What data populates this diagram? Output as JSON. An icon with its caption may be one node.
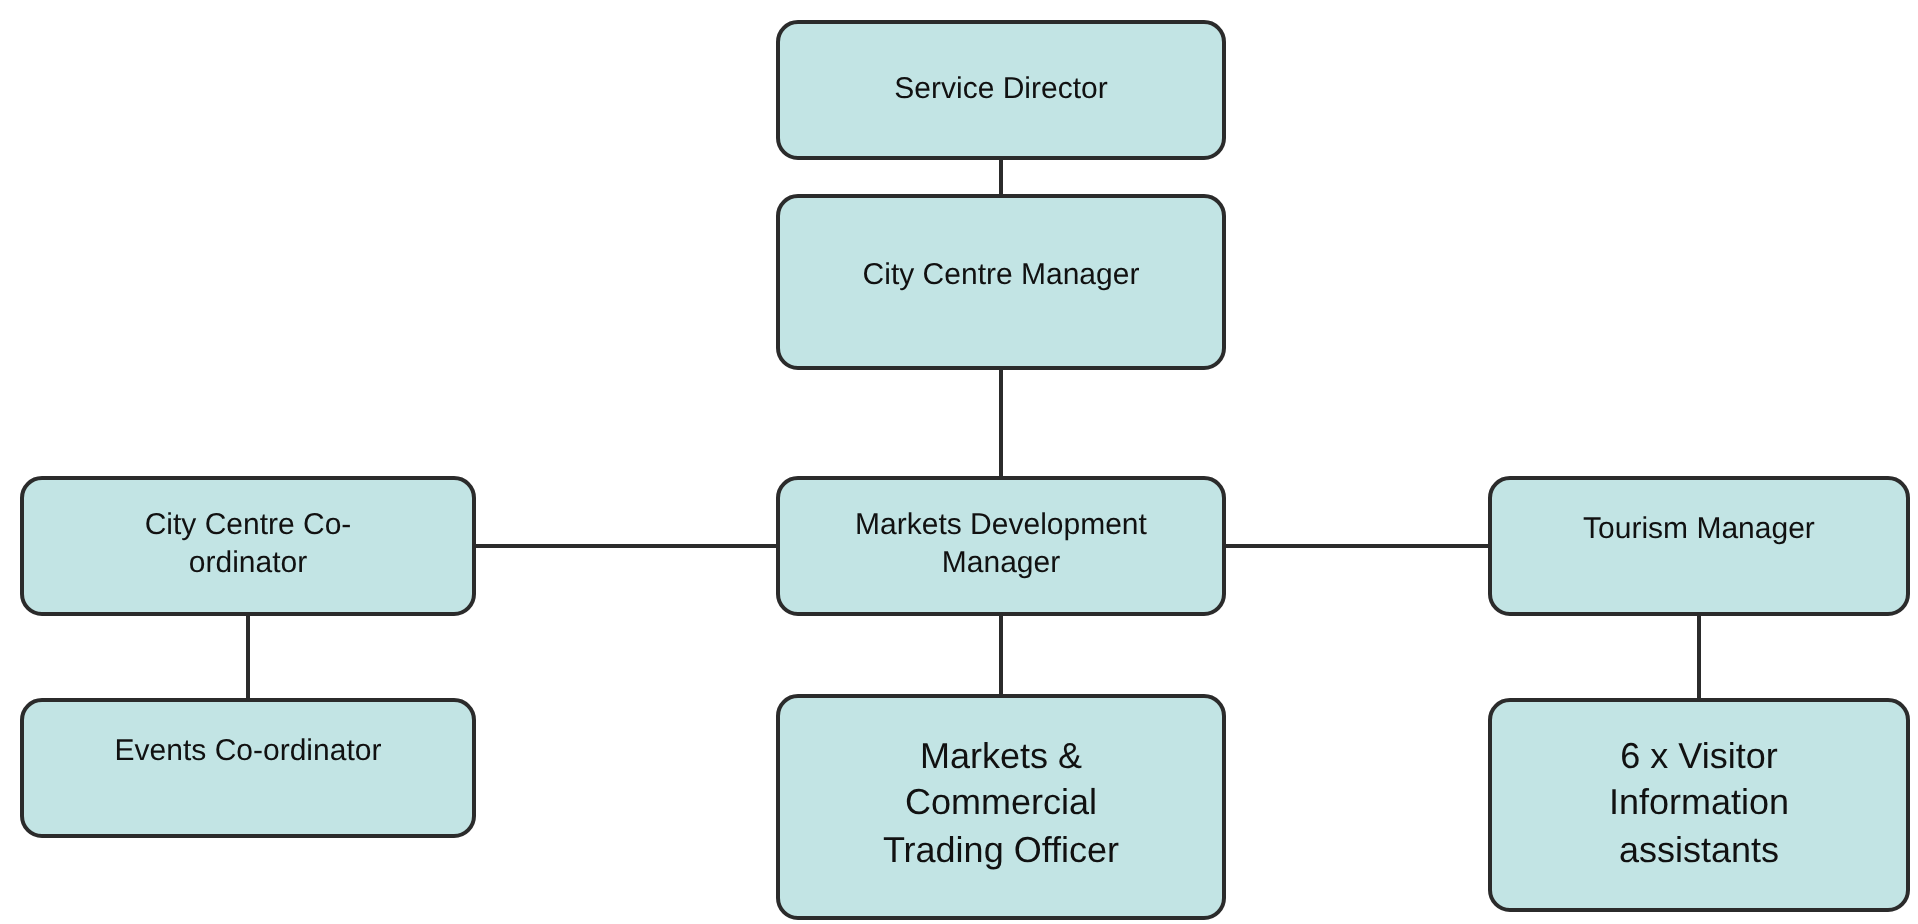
{
  "diagram": {
    "nodes": [
      {
        "text": [
          "Service Director"
        ]
      },
      {
        "text": [
          "City Centre Manager"
        ]
      },
      {
        "text": [
          "City Centre Co-ordinator"
        ]
      },
      {
        "text": [
          "Markets Development Manager"
        ]
      },
      {
        "text": [
          "Tourism Manager"
        ]
      },
      {
        "text": [
          "Events Co-ordinator"
        ]
      },
      {
        "text": [
          "Markets & Commercial Trading Officer"
        ]
      },
      {
        "text": [
          "6 x Visitor Information assistants"
        ]
      }
    ],
    "edges": [
      {
        "from": 0,
        "to": 1,
        "arrow": "none"
      },
      {
        "from": 1,
        "to": 3,
        "arrow": "none"
      },
      {
        "from": 3,
        "to": 2,
        "arrow": "none"
      },
      {
        "from": 3,
        "to": 4,
        "arrow": "none"
      },
      {
        "from": 2,
        "to": 5,
        "arrow": "none"
      },
      {
        "from": 3,
        "to": 6,
        "arrow": "none"
      },
      {
        "from": 4,
        "to": 7,
        "arrow": "none"
      }
    ]
  }
}
